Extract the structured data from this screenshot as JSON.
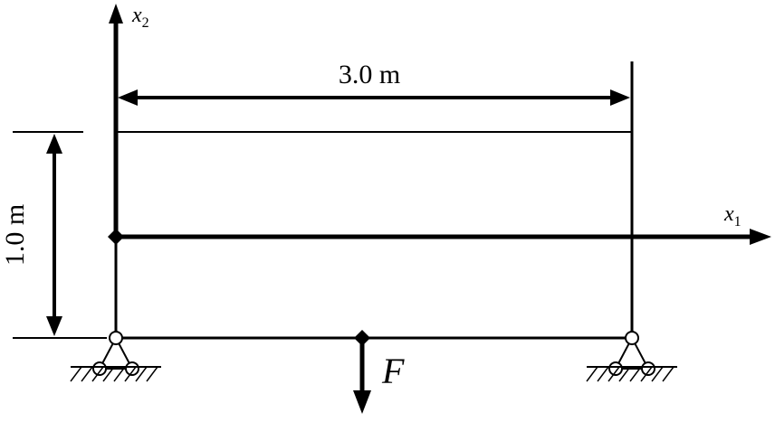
{
  "labels": {
    "width_dimension": "3.0 m",
    "height_dimension": "1.0 m",
    "axis_x1_var": "x",
    "axis_x1_sub": "1",
    "axis_x2_var": "x",
    "axis_x2_sub": "2",
    "force": "F"
  },
  "colors": {
    "ink": "#000000",
    "background": "#ffffff"
  }
}
